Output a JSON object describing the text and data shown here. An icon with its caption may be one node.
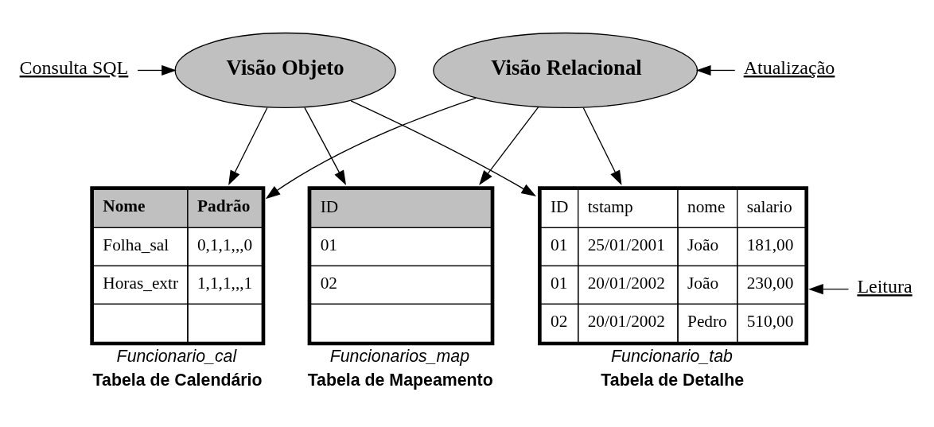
{
  "diagram": {
    "nodes": [
      {
        "text": [
          "Consulta SQL"
        ]
      },
      {
        "text": [
          "Visão Objeto"
        ]
      },
      {
        "text": [
          "Visão Relacional"
        ]
      },
      {
        "text": [
          "Atualização"
        ]
      },
      {
        "text": [
          "Nome",
          "Padrão",
          "Folha_sal",
          "0,1,1,,,0",
          "Horas_extr",
          "1,1,1,,,1"
        ],
        "beside": [
          "Funcionario_cal",
          "Tabela de Calendário"
        ]
      },
      {
        "text": [
          "ID",
          "01",
          "02"
        ],
        "beside": [
          "Funcionarios_map",
          "Tabela de Mapeamento"
        ]
      },
      {
        "text": [
          "ID",
          "tstamp",
          "nome",
          "salario",
          "01",
          "25/01/2001",
          "João",
          "181,00",
          "01",
          "20/01/2002",
          "João",
          "230,00",
          "02",
          "20/01/2002",
          "Pedro",
          "510,00"
        ],
        "beside": [
          "Funcionario_tab",
          "Tabela de Detalhe"
        ]
      },
      {
        "text": [
          "Leitura"
        ]
      }
    ],
    "edges": [
      {
        "from": 0,
        "to": 1,
        "arrow": "to"
      },
      {
        "from": 3,
        "to": 2,
        "arrow": "to"
      },
      {
        "from": 1,
        "to": 4,
        "arrow": "to"
      },
      {
        "from": 1,
        "to": 5,
        "arrow": "to"
      },
      {
        "from": 1,
        "to": 6,
        "arrow": "to"
      },
      {
        "from": 2,
        "to": 4,
        "arrow": "to"
      },
      {
        "from": 2,
        "to": 5,
        "arrow": "to"
      },
      {
        "from": 2,
        "to": 6,
        "arrow": "to"
      },
      {
        "from": 7,
        "to": 6,
        "arrow": "to"
      }
    ]
  }
}
